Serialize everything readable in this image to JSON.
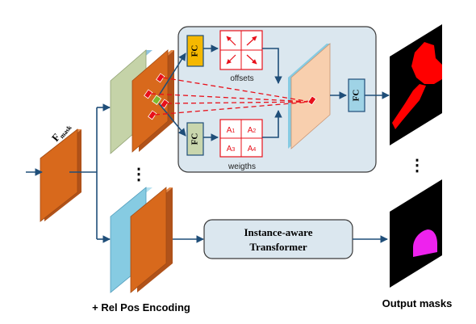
{
  "input_label": {
    "main": "F",
    "sub": "mask"
  },
  "fc_label": "FC",
  "offsets_label": "offsets",
  "weights_label": "weigths",
  "weights_cells": [
    {
      "main": "A",
      "sub": "1"
    },
    {
      "main": "A",
      "sub": "2"
    },
    {
      "main": "A",
      "sub": "3"
    },
    {
      "main": "A",
      "sub": "4"
    }
  ],
  "transformer_label": {
    "line1": "Instance-aware",
    "line2": "Transformer"
  },
  "rel_pos_label": "+ Rel Pos Encoding",
  "output_label": "Output masks",
  "ellipsis": "⋮",
  "colors": {
    "orange": "#d8691c",
    "green_feature": "#c5d3a8",
    "blue_feature": "#86cbe2",
    "panel_bg": "#dbe7ef",
    "peach": "#f8cfae",
    "fc_yellow": "#f5b800",
    "fc_green": "#c9d6ad",
    "fc_blue": "#9fd3e6",
    "arrow_blue": "#1f4e79",
    "red": "#e8101a",
    "mask_red": "#ff0000",
    "mask_magenta": "#ee22ee"
  }
}
